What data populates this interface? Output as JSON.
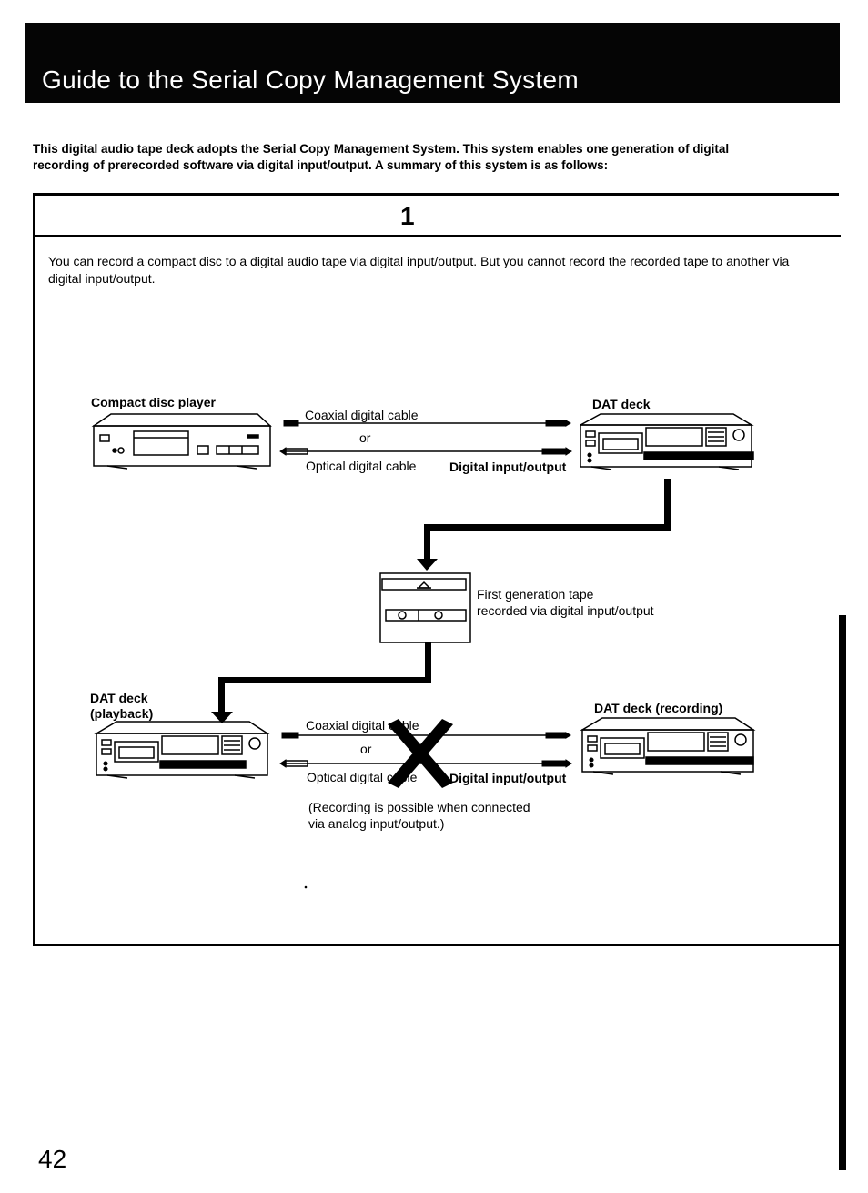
{
  "header": {
    "title": "Guide to the Serial Copy Management System"
  },
  "intro": "This digital audio tape deck adopts the Serial Copy Management System.  This system enables one generation of digital recording of prerecorded software via digital input/output.  A summary of this system is as follows:",
  "section": {
    "number": "1",
    "description": "You can record a compact disc to a digital audio tape via digital input/output.  But you cannot record the recorded tape to another via digital input/output."
  },
  "diagram": {
    "cd_player_label": "Compact disc player",
    "dat_deck_label": "DAT deck",
    "coaxial_label_1": "Coaxial digital cable",
    "or_label_1": "or",
    "optical_label_1": "Optical digital cable",
    "digital_io_label_1": "Digital input/output",
    "tape_caption_line1": "First generation tape",
    "tape_caption_line2": "recorded via digital input/output",
    "playback_label_line1": "DAT deck",
    "playback_label_line2": "(playback)",
    "recording_label": "DAT deck (recording)",
    "coaxial_label_2": "Coaxial digital cable",
    "or_label_2": "or",
    "optical_label_2": "Optical digital cable",
    "digital_io_label_2": "Digital input/output",
    "analog_note_line1": "(Recording is possible when connected",
    "analog_note_line2": "via analog input/output.)",
    "prohibited_mark": "cross-mark-icon"
  },
  "footer": {
    "page_number": "42"
  }
}
